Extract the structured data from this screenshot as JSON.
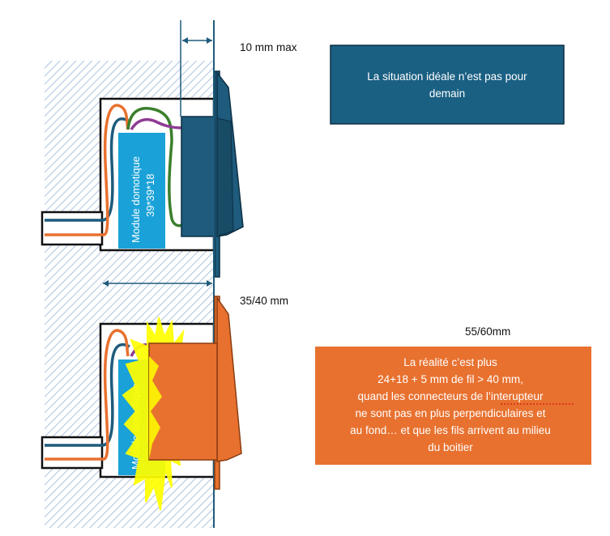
{
  "labels": {
    "max_gap": "10 mm max",
    "depth_ideal": "35/40 mm",
    "depth_real": "55/60mm"
  },
  "ideal_box": {
    "line1": "La situation idéale n’est pas pour",
    "line2": "demain"
  },
  "reality_box": {
    "line1": "La réalité c’est plus",
    "line2": "24+18 + 5 mm de fil   > 40 mm,",
    "line3": "quand les connecteurs de l’interupteur",
    "line4": "ne  sont pas en plus perpendiculaires  et",
    "line5": "au fond… et que les fils arrivent au milieu",
    "line6": "du boitier"
  },
  "module": {
    "name": "Module domotique",
    "size": "39*39*18"
  },
  "colors": {
    "navy": "#1e5b7c",
    "blue_box": "#1a6083",
    "orange": "#e8712f",
    "module_blue": "#1aa2d8",
    "wire_green": "#3a7f2c",
    "wire_purple": "#8e3b94",
    "spark_yellow": "#ffff00"
  }
}
